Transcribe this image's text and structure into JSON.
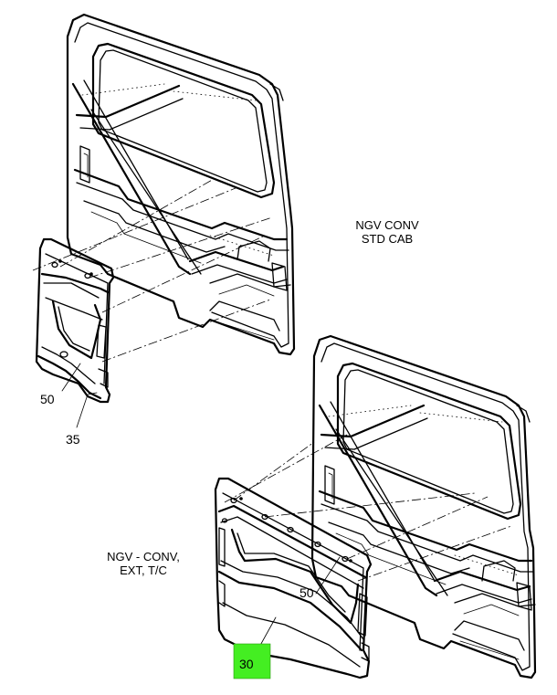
{
  "labels": {
    "std_cab_line1": "NGV CONV",
    "std_cab_line2": "STD CAB",
    "ext_line1": "NGV - CONV,",
    "ext_line2": "EXT, T/C"
  },
  "callouts": {
    "c50_top": "50",
    "c35": "35",
    "c50_bottom": "50",
    "c30": "30"
  },
  "colors": {
    "highlight": "#44ee22"
  }
}
